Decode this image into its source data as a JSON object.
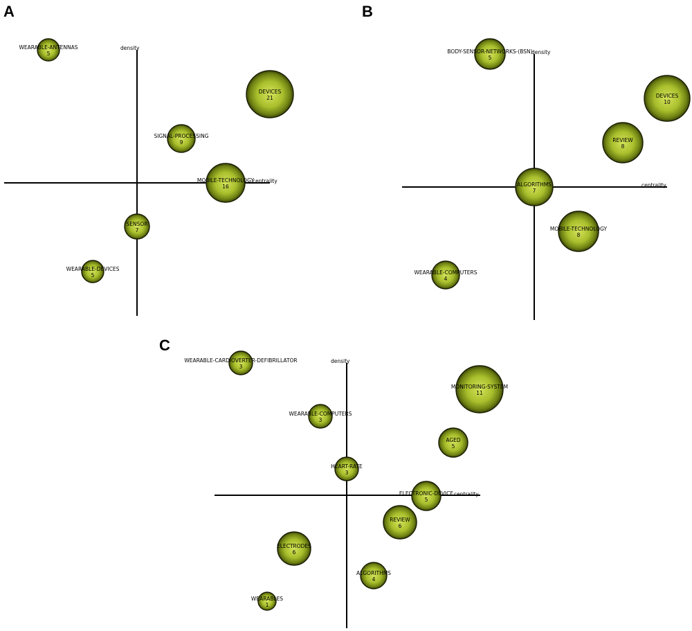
{
  "figure": {
    "panels": [
      {
        "letter": "A",
        "xlabel": "centrality",
        "ylabel": "density",
        "themes": [
          {
            "name": "WEARABLE-ANTENNAS",
            "value": 5
          },
          {
            "name": "DEVICES",
            "value": 21
          },
          {
            "name": "SIGNAL-PROCESSING",
            "value": 9
          },
          {
            "name": "MOBILE-TECHNOLOGY",
            "value": 16
          },
          {
            "name": "SENSOR",
            "value": 7
          },
          {
            "name": "WEARABLE-DEVICES",
            "value": 5
          }
        ]
      },
      {
        "letter": "B",
        "xlabel": "centrality",
        "ylabel": "density",
        "themes": [
          {
            "name": "BODY-SENSOR-NETWORKS-(BSN)",
            "value": 5
          },
          {
            "name": "DEVICES",
            "value": 10
          },
          {
            "name": "REVIEW",
            "value": 8
          },
          {
            "name": "ALGORITHMS",
            "value": 7
          },
          {
            "name": "MOBILE-TECHNOLOGY",
            "value": 8
          },
          {
            "name": "WEARABLE-COMPUTERS",
            "value": 4
          }
        ]
      },
      {
        "letter": "C",
        "xlabel": "centrality",
        "ylabel": "density",
        "themes": [
          {
            "name": "WEARABLE-CARDIOVERTER-DEFIBRILLATOR",
            "value": 3
          },
          {
            "name": "MONITORING-SYSTEM",
            "value": 11
          },
          {
            "name": "WEARABLE-COMPUTERS",
            "value": 3
          },
          {
            "name": "AGED",
            "value": 5
          },
          {
            "name": "HEART-RATE",
            "value": 3
          },
          {
            "name": "ELECTRONIC-DEVICE",
            "value": 5
          },
          {
            "name": "REVIEW",
            "value": 6
          },
          {
            "name": "ELECTRODES",
            "value": 6
          },
          {
            "name": "ALGORITHMS",
            "value": 4
          },
          {
            "name": "WEARABLES",
            "value": 1
          }
        ]
      }
    ]
  },
  "chart_data": [
    {
      "type": "scatter",
      "title": "A",
      "xlabel": "centrality",
      "ylabel": "density",
      "points": [
        {
          "label": "WEARABLE-ANTENNAS",
          "size": 5
        },
        {
          "label": "DEVICES",
          "size": 21
        },
        {
          "label": "SIGNAL-PROCESSING",
          "size": 9
        },
        {
          "label": "MOBILE-TECHNOLOGY",
          "size": 16
        },
        {
          "label": "SENSOR",
          "size": 7
        },
        {
          "label": "WEARABLE-DEVICES",
          "size": 5
        }
      ]
    },
    {
      "type": "scatter",
      "title": "B",
      "xlabel": "centrality",
      "ylabel": "density",
      "points": [
        {
          "label": "BODY-SENSOR-NETWORKS-(BSN)",
          "size": 5
        },
        {
          "label": "DEVICES",
          "size": 10
        },
        {
          "label": "REVIEW",
          "size": 8
        },
        {
          "label": "ALGORITHMS",
          "size": 7
        },
        {
          "label": "MOBILE-TECHNOLOGY",
          "size": 8
        },
        {
          "label": "WEARABLE-COMPUTERS",
          "size": 4
        }
      ]
    },
    {
      "type": "scatter",
      "title": "C",
      "xlabel": "centrality",
      "ylabel": "density",
      "points": [
        {
          "label": "WEARABLE-CARDIOVERTER-DEFIBRILLATOR",
          "size": 3
        },
        {
          "label": "MONITORING-SYSTEM",
          "size": 11
        },
        {
          "label": "WEARABLE-COMPUTERS",
          "size": 3
        },
        {
          "label": "AGED",
          "size": 5
        },
        {
          "label": "HEART-RATE",
          "size": 3
        },
        {
          "label": "ELECTRONIC-DEVICE",
          "size": 5
        },
        {
          "label": "REVIEW",
          "size": 6
        },
        {
          "label": "ELECTRODES",
          "size": 6
        },
        {
          "label": "ALGORITHMS",
          "size": 4
        },
        {
          "label": "WEARABLES",
          "size": 1
        }
      ]
    }
  ]
}
